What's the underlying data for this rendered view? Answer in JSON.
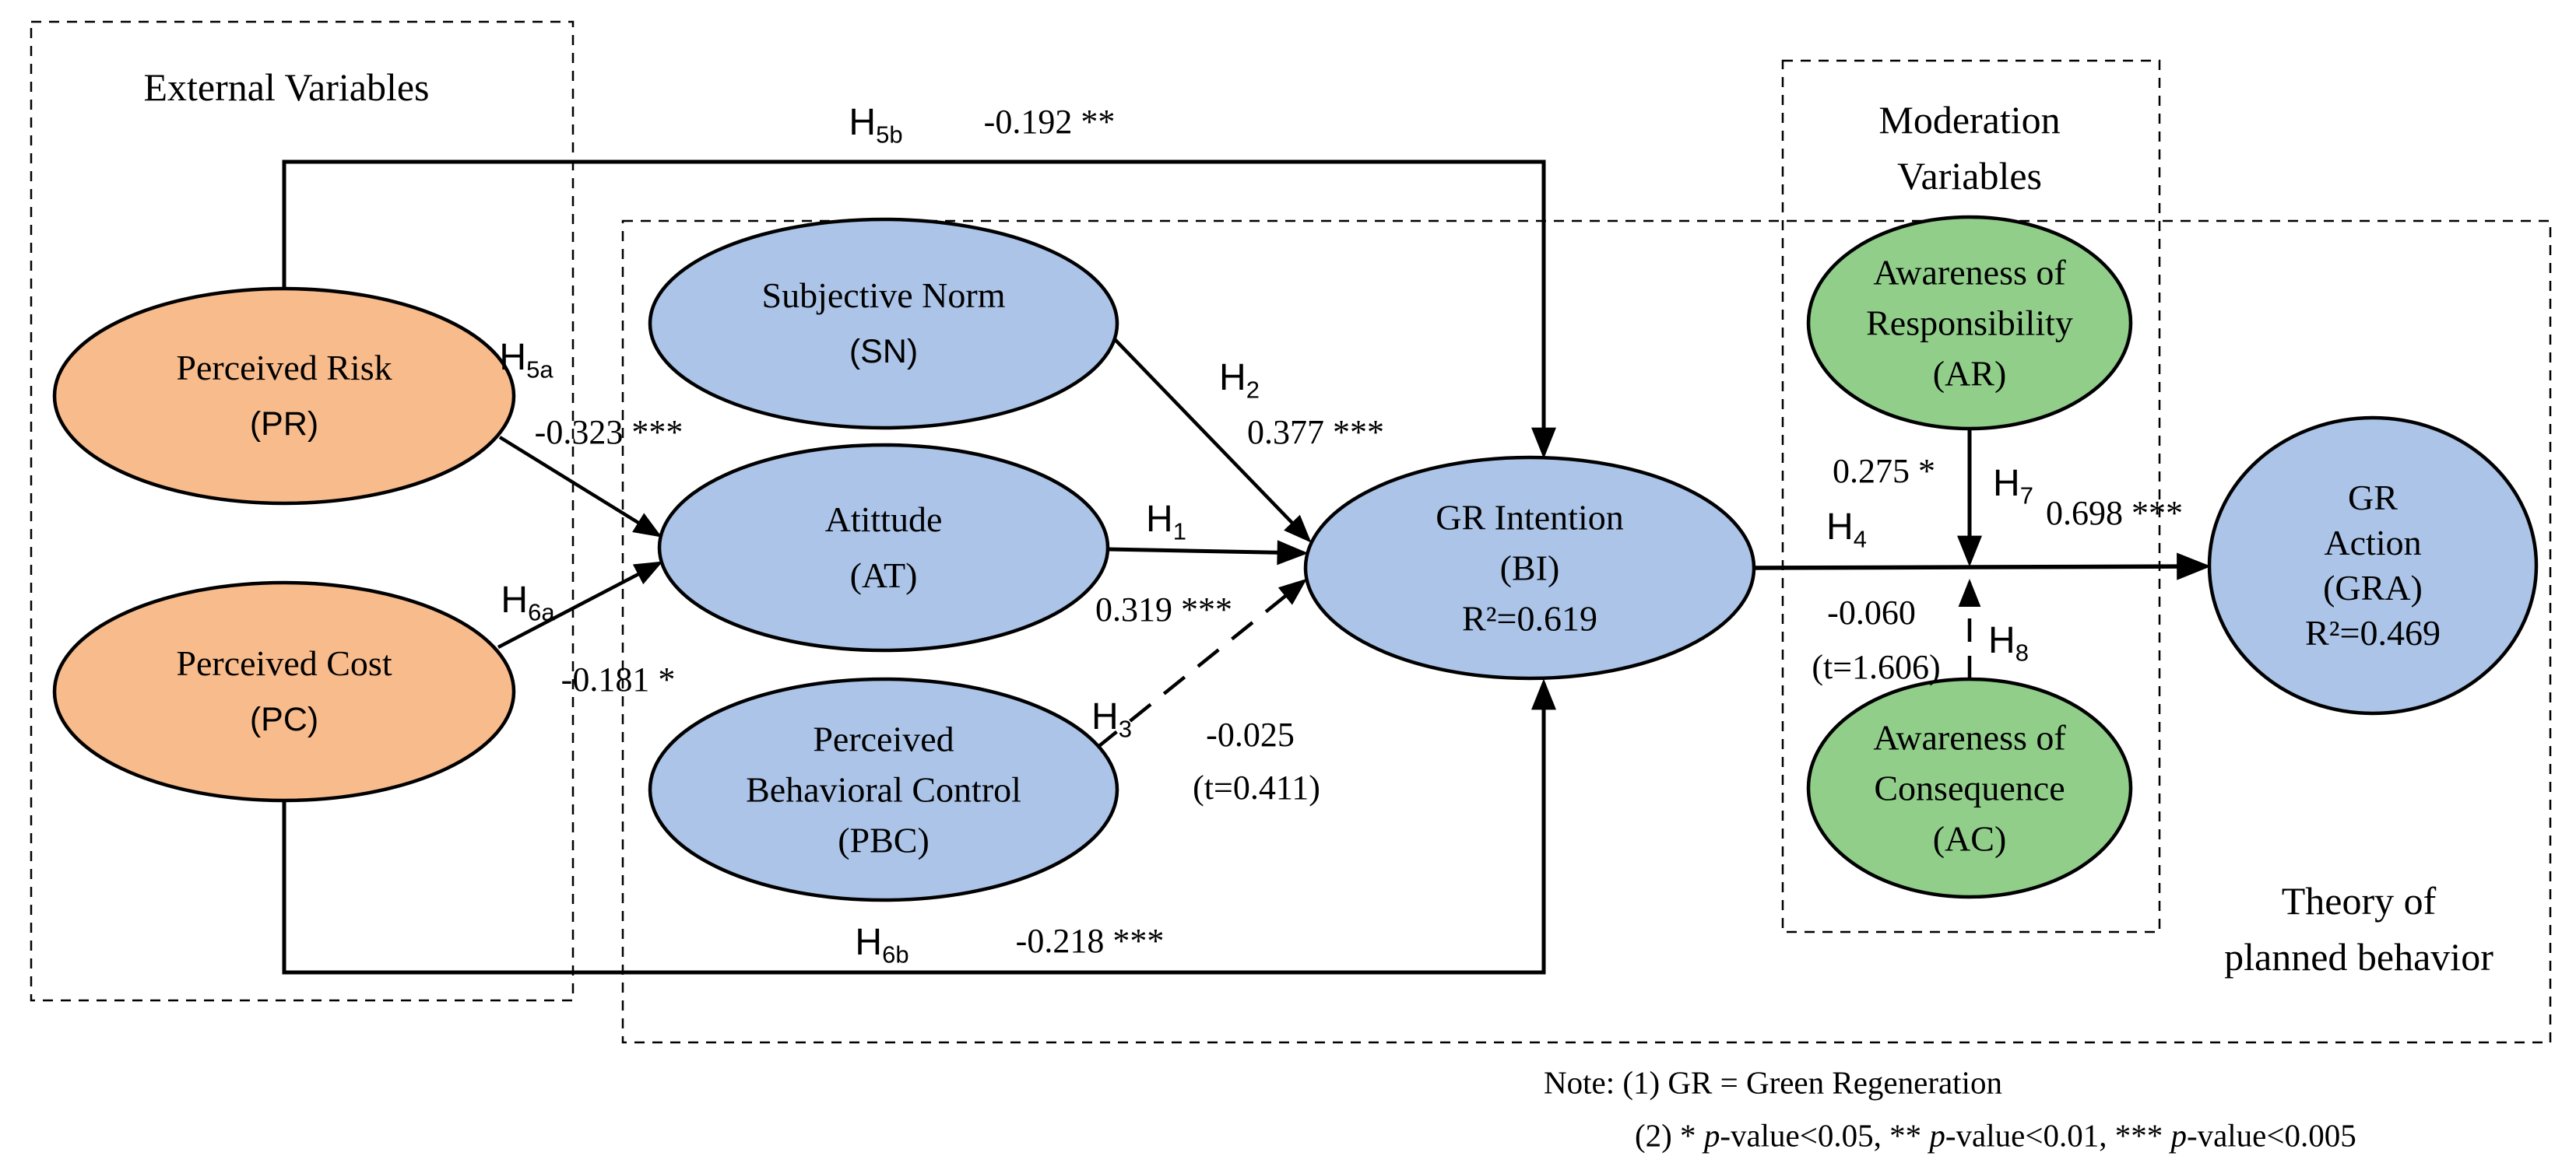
{
  "figure": {
    "colors": {
      "orange": "#F8BB8C",
      "blue": "#ABC4E8",
      "green": "#90CE8A",
      "line": "#000000"
    },
    "boxes": {
      "external": {
        "title": "External Variables"
      },
      "moderation": {
        "title_lines": [
          "Moderation",
          "Variables"
        ]
      },
      "theory": {
        "title_lines": [
          "Theory of",
          "planned behavior"
        ]
      }
    },
    "nodes": {
      "pr": {
        "lines": [
          "Perceived Risk",
          "(PR)"
        ]
      },
      "pc": {
        "lines": [
          "Perceived Cost",
          "(PC)"
        ]
      },
      "sn": {
        "lines": [
          "Subjective Norm",
          "(SN)"
        ]
      },
      "at": {
        "lines": [
          "Atittude",
          "(AT)"
        ]
      },
      "pbc": {
        "lines": [
          "Perceived",
          "Behavioral Control",
          "(PBC)"
        ]
      },
      "bi": {
        "lines": [
          "GR Intention",
          "(BI)",
          "R²=0.619"
        ]
      },
      "ar": {
        "lines": [
          "Awareness of",
          "Responsibility",
          "(AR)"
        ]
      },
      "ac": {
        "lines": [
          "Awareness of",
          "Consequence",
          "(AC)"
        ]
      },
      "gra": {
        "lines": [
          "GR",
          "Action",
          "(GRA)",
          "R²=0.469"
        ]
      }
    },
    "paths": {
      "h1": {
        "label": "H1",
        "value": "0.319 ***"
      },
      "h2": {
        "label": "H2",
        "value": "0.377 ***"
      },
      "h3": {
        "label": "H3",
        "value": "-0.025",
        "t_value": "(t=0.411)"
      },
      "h4": {
        "label": "H4",
        "value": "0.698 ***"
      },
      "h5a": {
        "label": "H5a",
        "value": "-0.323 ***"
      },
      "h5b": {
        "label": "H5b",
        "value": "-0.192 **"
      },
      "h6a": {
        "label": "H6a",
        "value": "-0.181 *"
      },
      "h6b": {
        "label": "H6b",
        "value": "-0.218 ***"
      },
      "h7": {
        "label": "H7",
        "value": "0.275 *"
      },
      "h8": {
        "label": "H8",
        "value": "-0.060",
        "t_value": "(t=1.606)"
      }
    },
    "note": {
      "line1": "Note: (1) GR = Green Regeneration",
      "line2_parts": [
        {
          "t": "(2) * ",
          "i": false
        },
        {
          "t": "p",
          "i": true
        },
        {
          "t": "-value<0.05, ** ",
          "i": false
        },
        {
          "t": "p",
          "i": true
        },
        {
          "t": "-value<0.01, *** ",
          "i": false
        },
        {
          "t": "p",
          "i": true
        },
        {
          "t": "-value<0.005",
          "i": false
        }
      ]
    }
  }
}
